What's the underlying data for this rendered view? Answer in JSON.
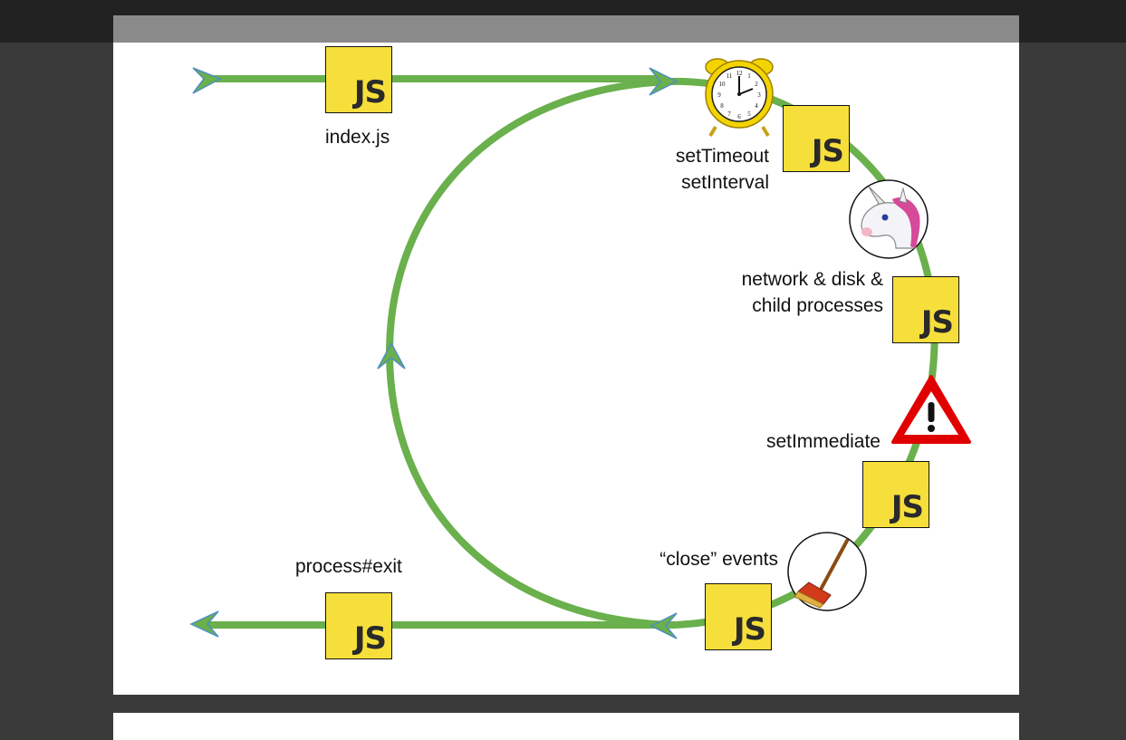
{
  "labels": {
    "index_js": "index.js",
    "set_timeout": "setTimeout",
    "set_interval": "setInterval",
    "network_line1": "network & disk &",
    "network_line2": "child processes",
    "set_immediate": "setImmediate",
    "close_events": "“close” events",
    "process_exit": "process#exit",
    "js_badge": "JS"
  },
  "colors": {
    "loop_green": "#6ab04c",
    "js_yellow": "#f7df3b",
    "warning_red": "#e00000"
  },
  "icons": [
    "alarm-clock-icon",
    "unicorn-icon",
    "warning-icon",
    "broom-icon"
  ]
}
